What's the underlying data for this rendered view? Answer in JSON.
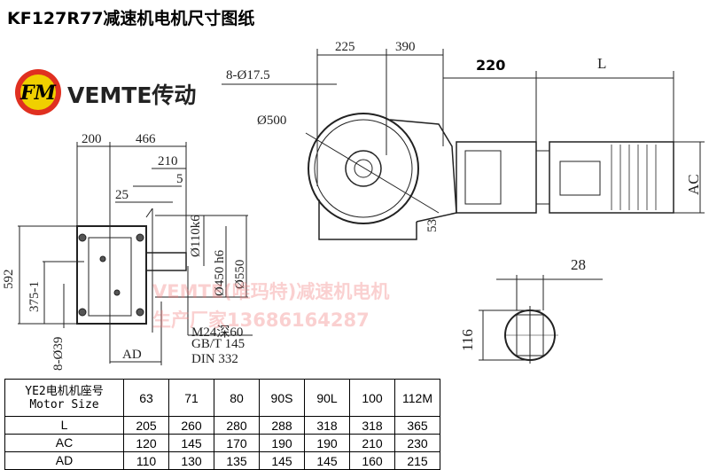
{
  "title": "KF127R77减速机电机尺寸图纸",
  "brand": {
    "logo_text": "FM",
    "name": "VEMTE传动",
    "logo_color": "#f0d000",
    "logo_ring": "#e03020"
  },
  "left_view": {
    "dims": {
      "d200": "200",
      "d466": "466",
      "d210": "210",
      "d5": "5",
      "d25": "25",
      "shaft": "Ø110k6",
      "pilot": "Ø450 h6",
      "flange": "Ø550",
      "h592": "592",
      "h375": "375-1",
      "holes": "8-Ø39",
      "ad": "AD"
    },
    "notes": [
      "M24深60",
      "GB/T 145",
      "DIN 332"
    ]
  },
  "right_view": {
    "dims": {
      "d225": "225",
      "d390": "390",
      "holes": "8-Ø17.5",
      "flange": "Ø500",
      "d53": "53",
      "d220": "220",
      "L": "L",
      "AC": "AC"
    }
  },
  "section": {
    "d28": "28",
    "d116": "116"
  },
  "watermark": [
    "VEMTE(唯玛特)减速机电机",
    "生产厂家13686164287"
  ],
  "table": {
    "header_cn": "YE2电机机座号",
    "header_en": "Motor Size",
    "sizes": [
      "63",
      "71",
      "80",
      "90S",
      "90L",
      "100",
      "112M"
    ],
    "rows": [
      {
        "label": "L",
        "values": [
          "205",
          "260",
          "280",
          "288",
          "318",
          "318",
          "365"
        ]
      },
      {
        "label": "AC",
        "values": [
          "120",
          "145",
          "170",
          "190",
          "190",
          "210",
          "230"
        ]
      },
      {
        "label": "AD",
        "values": [
          "110",
          "130",
          "135",
          "145",
          "145",
          "160",
          "215"
        ]
      }
    ]
  }
}
